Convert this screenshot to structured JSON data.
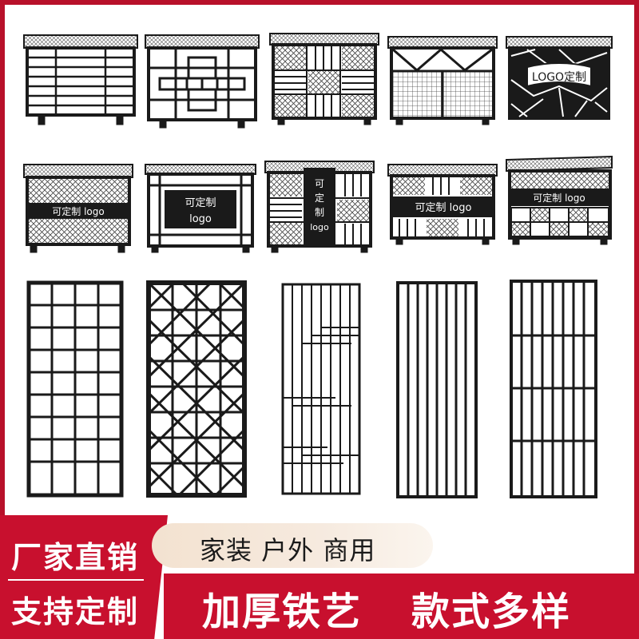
{
  "top_row_panels": [
    {
      "style": "horizontal-bars",
      "label": ""
    },
    {
      "style": "chinese-lattice",
      "label": ""
    },
    {
      "style": "checker-lines",
      "label": ""
    },
    {
      "style": "truss-mesh",
      "label": ""
    },
    {
      "style": "cracked-ice",
      "label": "LOGO定制"
    }
  ],
  "middle_row_panels": [
    {
      "style": "mesh-band",
      "label": "可定制 logo"
    },
    {
      "style": "frame-plaque",
      "label_line1": "可定制",
      "label_line2": "logo"
    },
    {
      "style": "checker-vertical-sign",
      "label_chars": [
        "可",
        "定",
        "制",
        "logo"
      ]
    },
    {
      "style": "slats-band",
      "label": "可定制 logo"
    },
    {
      "style": "band-tiles",
      "label": "可定制 logo"
    }
  ],
  "screens": [
    {
      "style": "grid"
    },
    {
      "style": "x-lattice"
    },
    {
      "style": "staggered-lines"
    },
    {
      "style": "vertical-bars"
    },
    {
      "style": "vertical-bars-rails"
    }
  ],
  "banner": {
    "left_line1": "厂家直销",
    "left_line2": "支持定制",
    "pill_text": "家装 户外 商用",
    "bottom_text1": "加厚铁艺",
    "bottom_text2": "款式多样"
  },
  "colors": {
    "accent": "#c8102e",
    "metal": "#1a1a1a",
    "pill": "#f3e2d0"
  }
}
